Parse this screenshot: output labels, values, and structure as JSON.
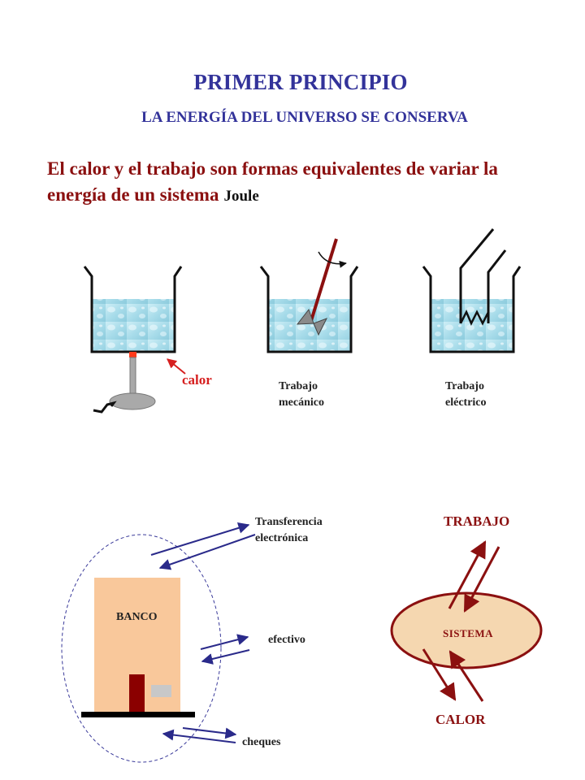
{
  "header": {
    "title": "PRIMER PRINCIPIO",
    "subtitle": "LA ENERGÍA DEL UNIVERSO SE CONSERVA"
  },
  "statement": {
    "text": "El calor y el trabajo son formas equivalentes de variar la energía de un sistema",
    "joule": "Joule"
  },
  "beakers": {
    "heat_label": "calor",
    "mechanical_label_1": "Trabajo",
    "mechanical_label_2": "mecánico",
    "electrical_label_1": "Trabajo",
    "electrical_label_2": "eléctrico"
  },
  "bank": {
    "building_label": "BANCO",
    "transfer_label_1": "Transferencia",
    "transfer_label_2": "electrónica",
    "cash_label": "efectivo",
    "checks_label": "cheques"
  },
  "system": {
    "work_label": "TRABAJO",
    "system_label": "SISTEMA",
    "heat_label": "CALOR"
  },
  "colors": {
    "title_blue": "#33339a",
    "statement_red": "#8b1010",
    "heat_red": "#d62020",
    "arrow_blue": "#2a2a8a",
    "building_fill": "#f9c89b",
    "system_fill": "#f5d7b0",
    "water": "#a8dcea"
  }
}
